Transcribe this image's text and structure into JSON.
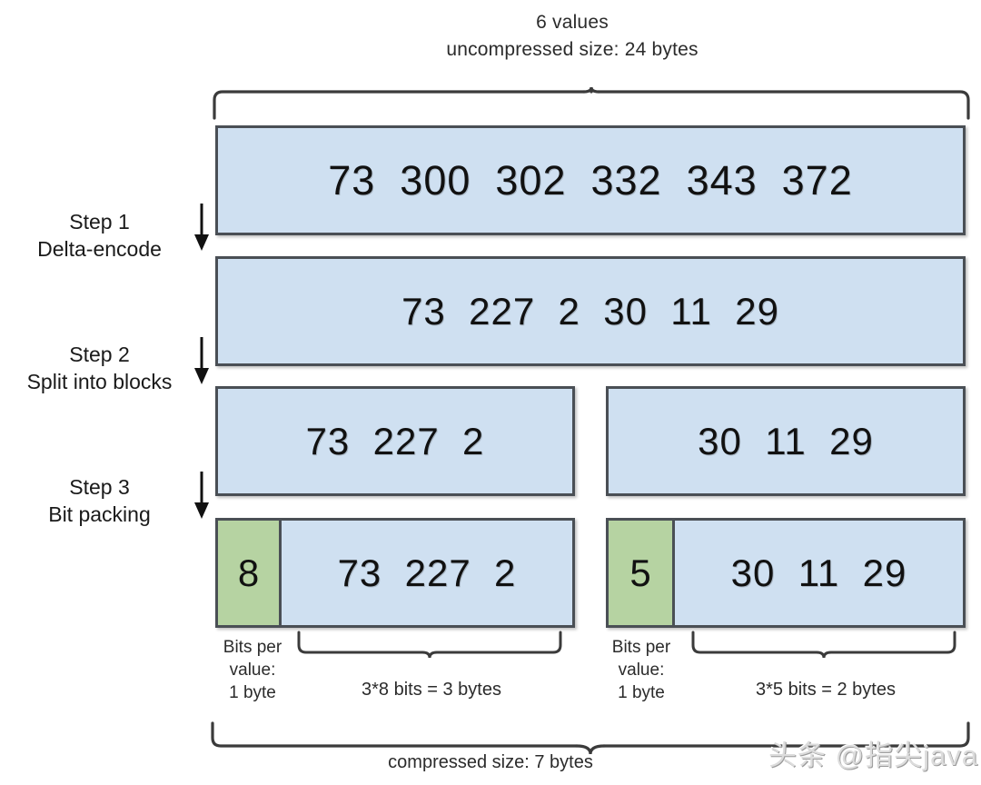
{
  "header": {
    "line1": "6 values",
    "line2": "uncompressed size: 24 bytes"
  },
  "footer": {
    "compressed": "compressed size: 7 bytes"
  },
  "watermark": {
    "text": "头条 @指尖java"
  },
  "steps": [
    {
      "number": "Step 1",
      "action": "Delta-encode"
    },
    {
      "number": "Step 2",
      "action": "Split into blocks"
    },
    {
      "number": "Step 3",
      "action": "Bit packing"
    }
  ],
  "rows": {
    "original": {
      "values": "73  300  302  332  343  372"
    },
    "delta": {
      "values": "73  227  2  30  11  29"
    },
    "blocks": [
      {
        "values": "73  227  2"
      },
      {
        "values": "30  11  29"
      }
    ],
    "packed": [
      {
        "bits": "8",
        "values": "73  227  2"
      },
      {
        "bits": "5",
        "values": "30  11  29"
      }
    ]
  },
  "annotations": {
    "bits_per_value_left": "Bits per\nvalue:\n1 byte",
    "bits_per_value_left_l1": "Bits per",
    "bits_per_value_left_l2": "value:",
    "bits_per_value_left_l3": "1 byte",
    "bits_per_value_right_l1": "Bits per",
    "bits_per_value_right_l2": "value:",
    "bits_per_value_right_l3": "1 byte",
    "bytes_left": "3*8 bits = 3 bytes",
    "bytes_right": "3*5 bits = 2 bytes"
  },
  "colors": {
    "data_fill": "#cfe0f1",
    "bits_fill": "#b6d3a2",
    "border": "#4a4f55",
    "text": "#111111"
  },
  "chart_data": {
    "type": "diagram",
    "title": "Delta encoding + bit packing compression pipeline",
    "original_values": [
      73,
      300,
      302,
      332,
      343,
      372
    ],
    "delta_values": [
      73,
      227,
      2,
      30,
      11,
      29
    ],
    "blocks": [
      [
        73,
        227,
        2
      ],
      [
        30,
        11,
        29
      ]
    ],
    "bits_per_value": [
      8,
      5
    ],
    "block_payload_bytes": [
      3,
      2
    ],
    "header_bytes_per_block": [
      1,
      1
    ],
    "uncompressed_size_bytes": 24,
    "compressed_size_bytes": 7,
    "value_count": 6
  }
}
